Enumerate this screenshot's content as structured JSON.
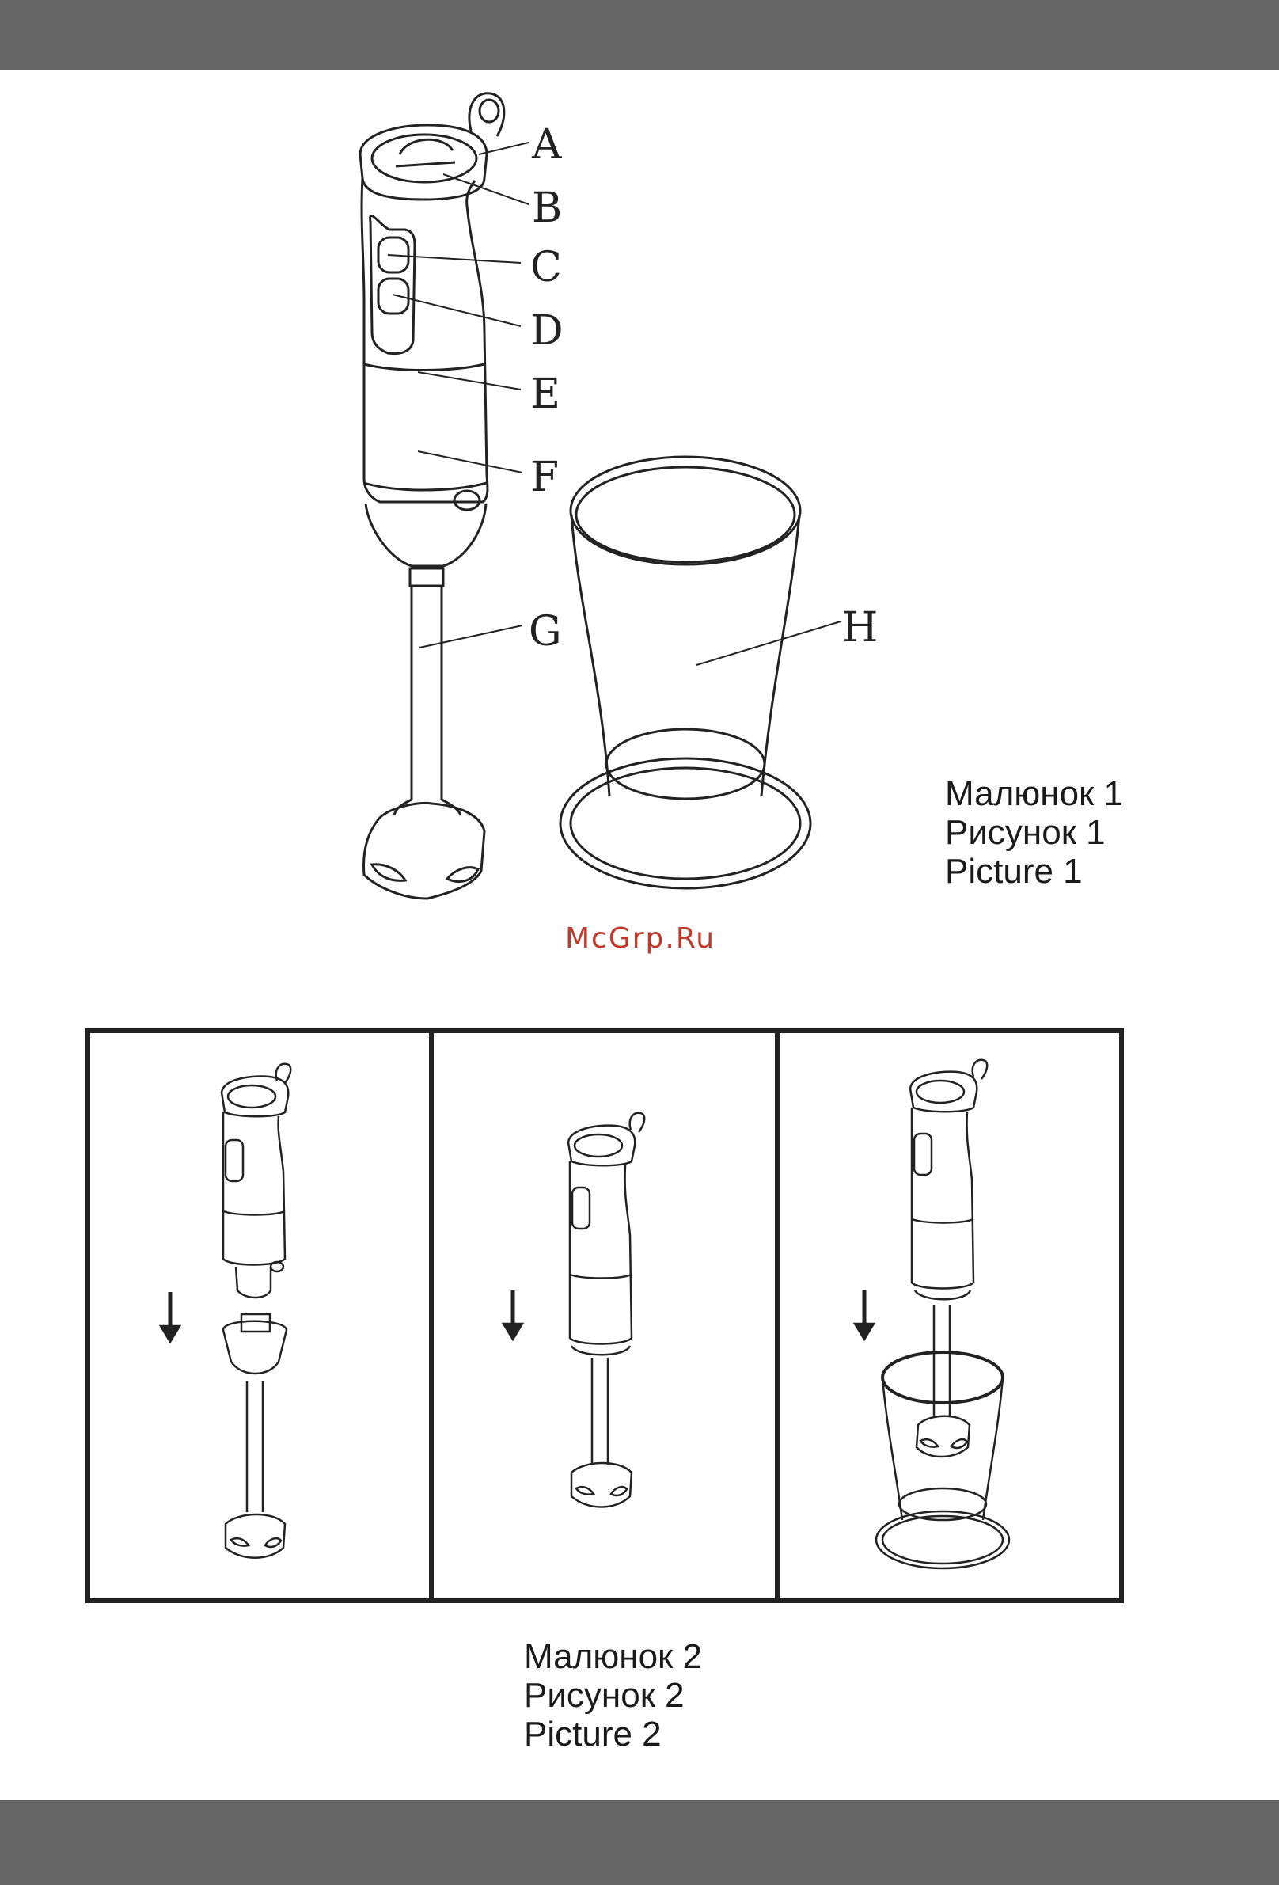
{
  "figure1": {
    "labels": [
      "A",
      "B",
      "C",
      "D",
      "E",
      "F",
      "G",
      "H"
    ],
    "caption": [
      "Малюнок 1",
      "Рисунок 1",
      "Picture 1"
    ]
  },
  "watermark": "McGrp.Ru",
  "figure2": {
    "caption": [
      "Малюнок 2",
      "Рисунок 2",
      "Picture 2"
    ]
  },
  "colors": {
    "bar": "#666666",
    "line": "#222222",
    "watermark": "#c0392b"
  }
}
